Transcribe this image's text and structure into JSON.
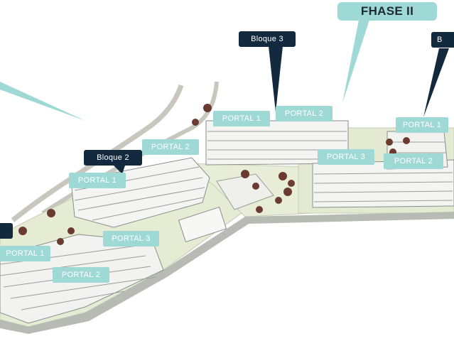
{
  "colors": {
    "label_teal": "#9fd9d6",
    "label_navy": "#13293d",
    "building_white": "#f2f2f0",
    "building_shadow": "#8a8d8c",
    "ground_green": "#e6ecd4",
    "tree_brown": "#6b3b30"
  },
  "labels": {
    "phase_title": "FHASE II",
    "bloque_2": "Bloque 2",
    "bloque_3": "Bloque 3",
    "bloque_partial_right": "B",
    "portal_1": "PORTAL 1",
    "portal_2": "PORTAL 2",
    "portal_3": "PORTAL 3"
  }
}
